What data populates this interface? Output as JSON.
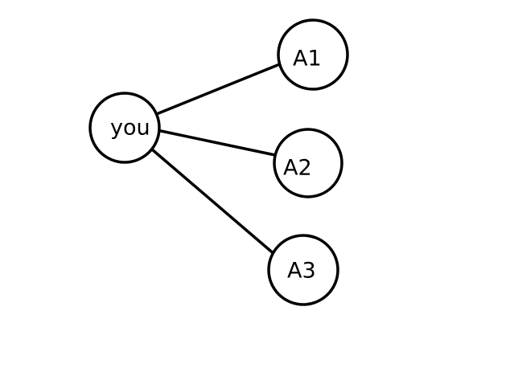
{
  "diagram": {
    "nodes": [
      {
        "id": "you",
        "label": "you"
      },
      {
        "id": "a1",
        "label": "A1"
      },
      {
        "id": "a2",
        "label": "A2"
      },
      {
        "id": "a3",
        "label": "A3"
      }
    ],
    "edges": [
      {
        "from": "you",
        "to": "a1"
      },
      {
        "from": "you",
        "to": "a2"
      },
      {
        "from": "you",
        "to": "a3"
      }
    ]
  }
}
